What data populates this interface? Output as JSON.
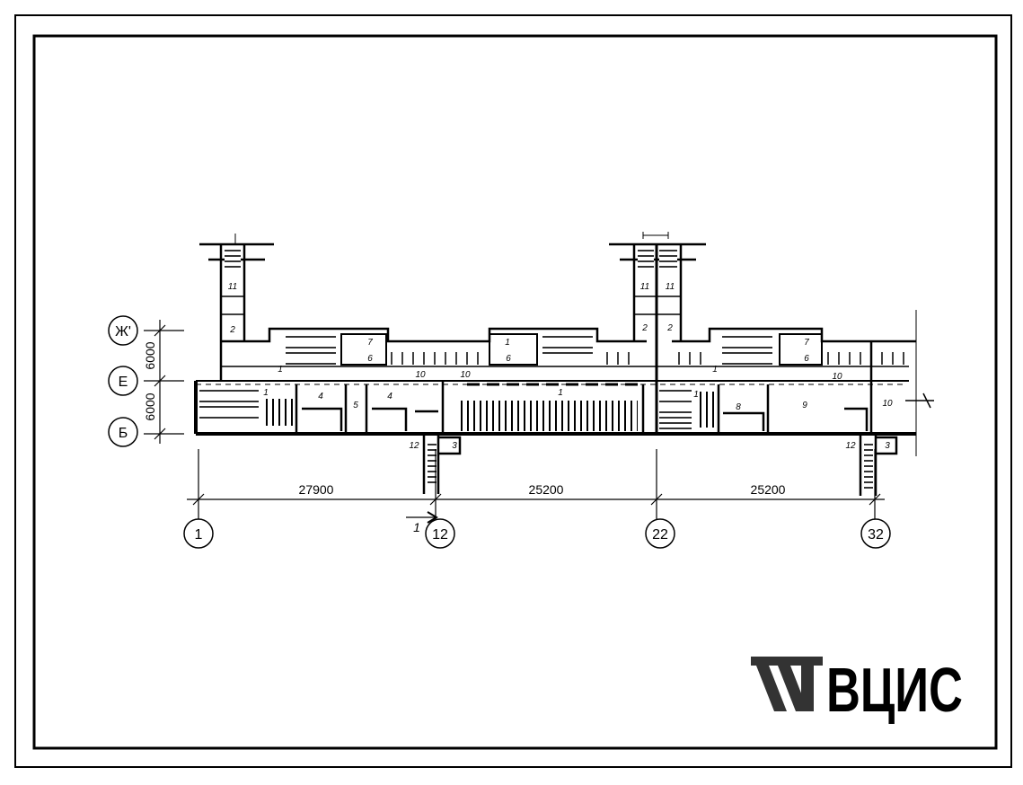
{
  "drawing": {
    "axes": {
      "a1": "1",
      "a12": "12",
      "a22": "22",
      "a32": "32",
      "zh": "Ж'",
      "e": "Е",
      "b": "Б"
    },
    "dimensions": {
      "span_1_12": "27900",
      "span_12_22": "25200",
      "span_22_32": "25200",
      "bay_upper": "6000",
      "bay_lower": "6000"
    },
    "section_mark": "1",
    "room_numbers": [
      "1",
      "2",
      "3",
      "4",
      "5",
      "6",
      "7",
      "8",
      "9",
      "10",
      "11",
      "12"
    ]
  },
  "logo": {
    "text": "ВЦИС"
  }
}
